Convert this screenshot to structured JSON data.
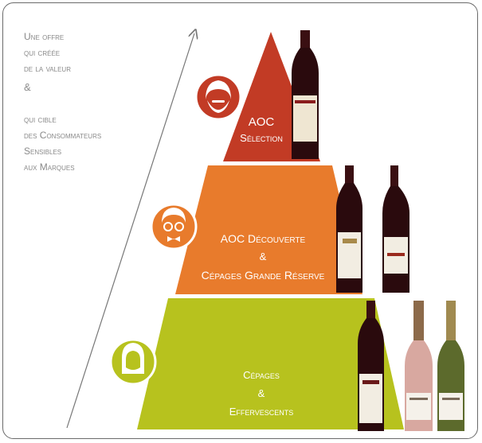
{
  "intro": {
    "line1": "Une offre",
    "line2": "qui créée",
    "line3": "de la valeur",
    "ampersand": "&",
    "line4": "qui cible",
    "line5": "des Consommateurs",
    "line6": "Sensibles",
    "line7": "aux Marques"
  },
  "tiers": [
    {
      "title": "AOC",
      "subtitle": "Sélection",
      "color": "#c23b25",
      "persona_icon": "bearded-man-icon"
    },
    {
      "title": "AOC Découverte",
      "amp": "&",
      "subtitle": "Cépages Grande Réserve",
      "color": "#e87b2c",
      "persona_icon": "glasses-man-icon"
    },
    {
      "title": "Cépages",
      "amp": "&",
      "subtitle": "Effervescents",
      "color": "#b7c21e",
      "persona_icon": "woman-icon"
    }
  ],
  "colors": {
    "arrow": "#777777",
    "frame": "#6a6a6a",
    "intro_text": "#8a8a8a"
  }
}
